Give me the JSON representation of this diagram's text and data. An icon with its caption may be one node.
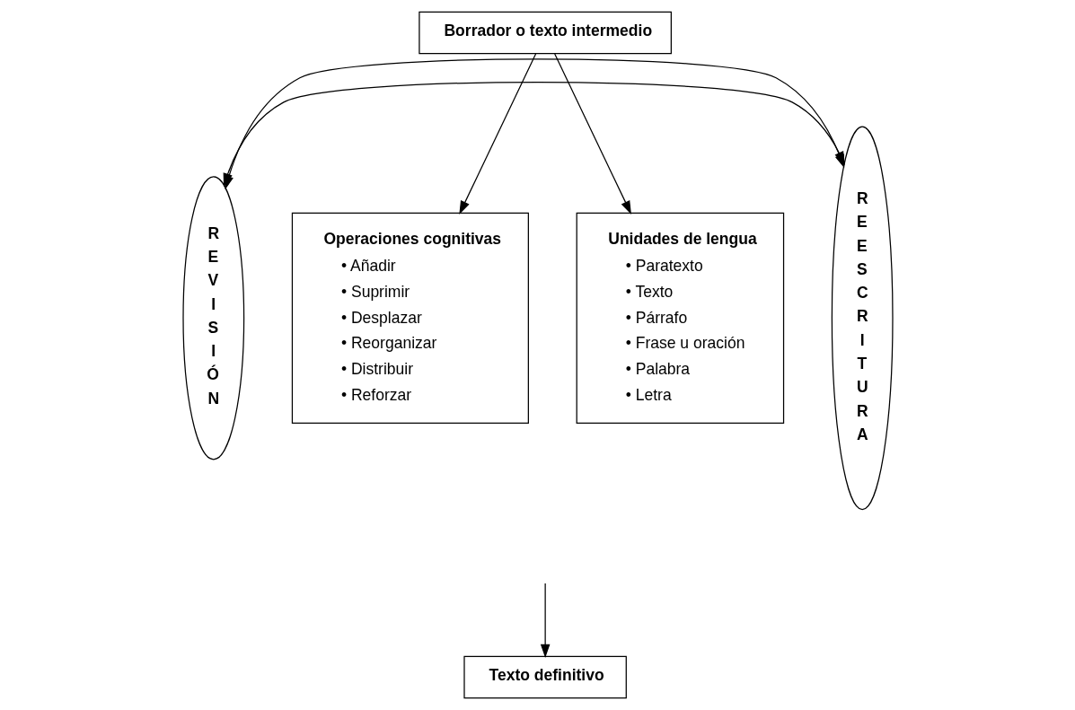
{
  "diagram": {
    "nodes": [
      {
        "text": [
          "Borrador o texto intermedio"
        ]
      },
      {
        "text": [
          "R E V I S I Ó N"
        ]
      },
      {
        "text": [
          "Operaciones cognitivas",
          "• Añadir",
          "• Suprimir",
          "• Desplazar",
          "• Reorganizar",
          "• Distribuir",
          "• Reforzar"
        ]
      },
      {
        "text": [
          "Unidades de lengua",
          "• Paratexto",
          "• Texto",
          "• Párrafo",
          "• Frase u oración",
          "• Palabra",
          "• Letra"
        ]
      },
      {
        "text": [
          "R E E S C R I T U R A"
        ]
      },
      {
        "text": [
          "Texto definitivo"
        ]
      }
    ],
    "edges": [
      {
        "from": 1,
        "to": 4,
        "arrow": "both"
      },
      {
        "from": 0,
        "to": 2,
        "arrow": "to"
      },
      {
        "from": 0,
        "to": 3,
        "arrow": "to"
      },
      {
        "from": 1,
        "to": 4,
        "arrow": "both"
      },
      {
        "from": null,
        "to": 5,
        "arrow": "to"
      }
    ]
  }
}
